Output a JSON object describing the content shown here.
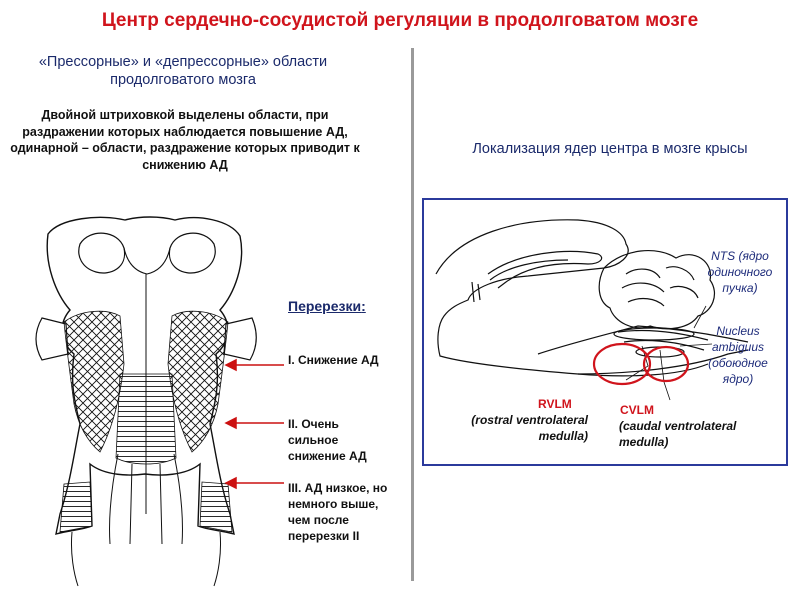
{
  "title": "Центр сердечно-сосудистой регуляции в продолговатом мозге",
  "left_panel": {
    "heading": "«Прессорные» и «депрессорные» области продолговатого мозга",
    "description": "Двойной штриховкой выделены области, при раздражении которых наблюдается повышение АД, одинарной – области, раздражение которых приводит к снижению АД"
  },
  "cuts": {
    "heading": "Перерезки",
    "heading_suffix": ":",
    "items": [
      {
        "label": "I. Снижение АД"
      },
      {
        "label": "II. Очень сильное снижение АД"
      },
      {
        "label": "III. АД низкое, но немного выше, чем после перерезки II"
      }
    ],
    "arrow_color": "#cc1111"
  },
  "right_panel": {
    "heading": "Локализация ядер центра в мозге крысы",
    "frame_color": "#2b3a9c",
    "labels": {
      "nts": "NTS (ядро одиночного пучка)",
      "nucleus_ambiguus": "Nucleus ambiguus (обоюдное ядро)",
      "rvlm_name": "RVLM",
      "rvlm_desc": "(rostral ventrolateral medulla)",
      "cvlm_name": "CVLM",
      "cvlm_desc": "(caudal ventrolateral medulla)"
    },
    "highlight_color": "#d0141c"
  }
}
